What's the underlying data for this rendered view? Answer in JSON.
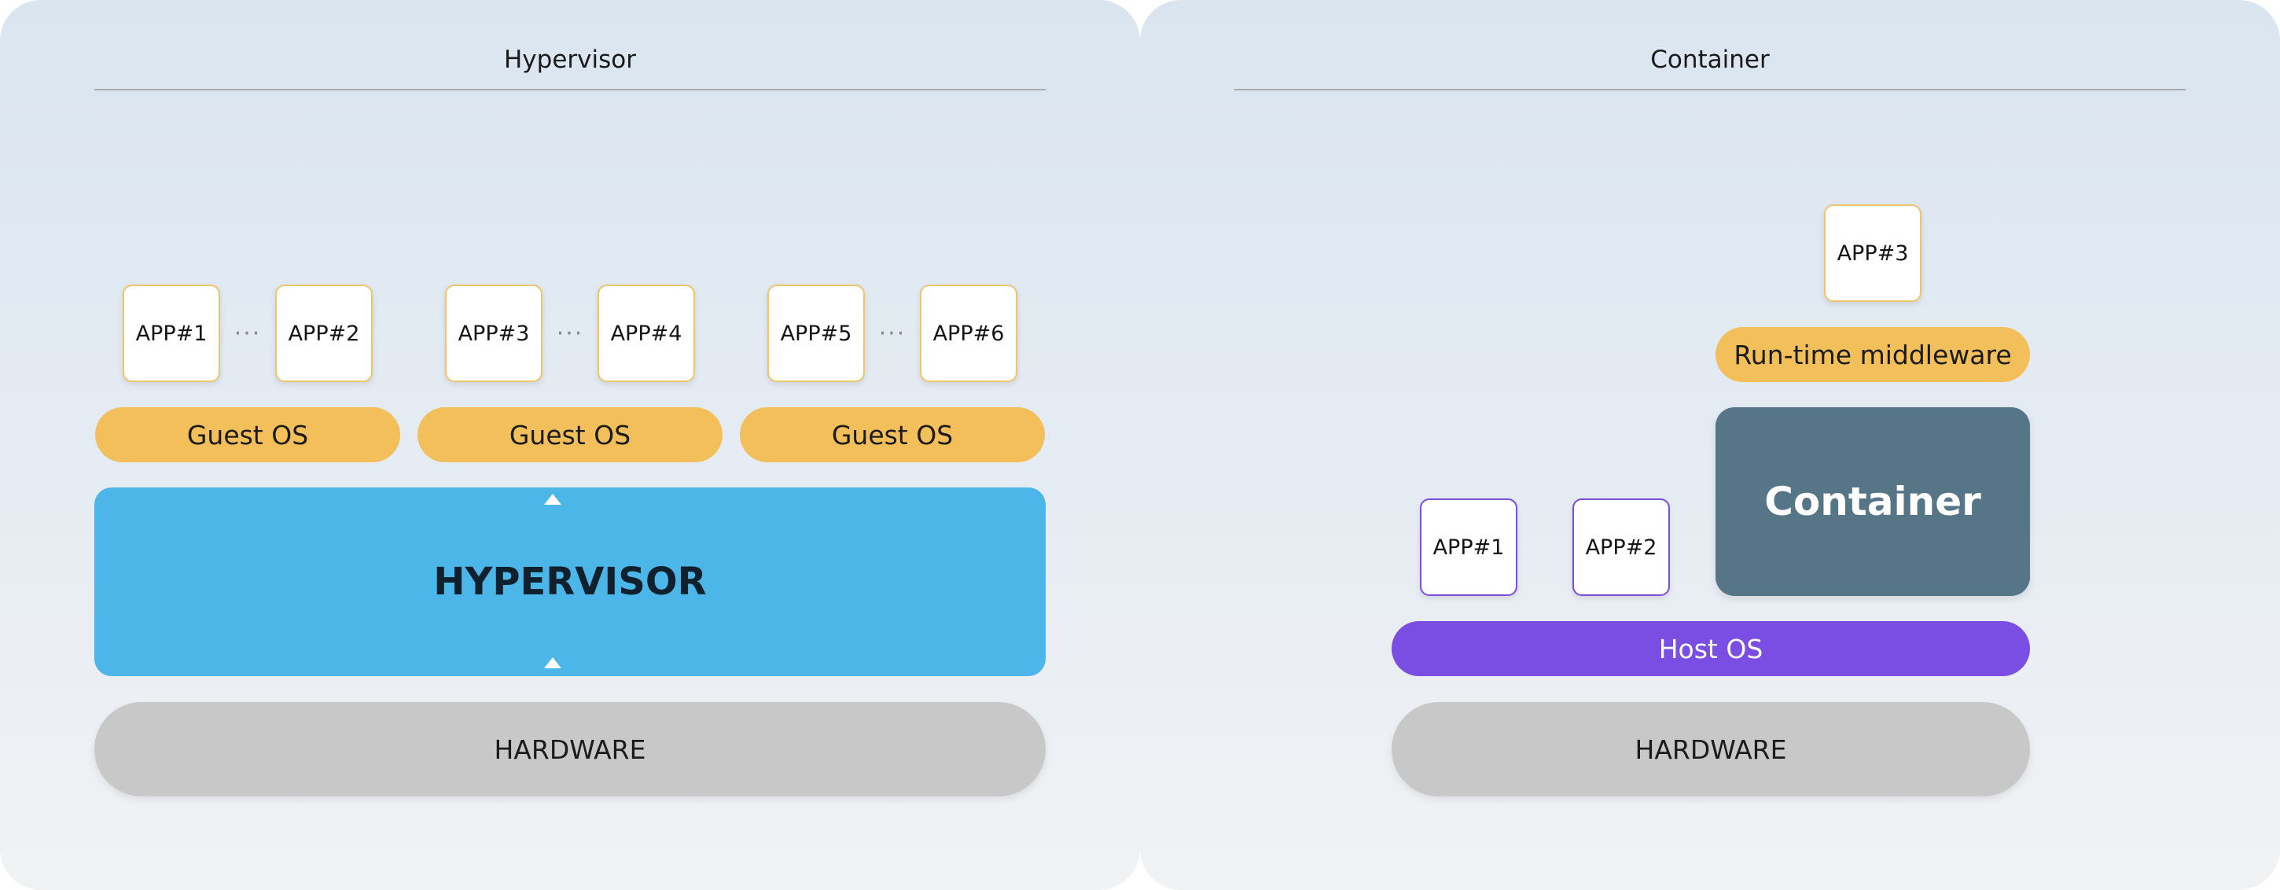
{
  "left": {
    "title": "Hypervisor",
    "apps": [
      "APP#1",
      "APP#2",
      "APP#3",
      "APP#4",
      "APP#5",
      "APP#6"
    ],
    "dots": "···",
    "guest_os": [
      "Guest OS",
      "Guest OS",
      "Guest OS"
    ],
    "hypervisor": "HYPERVISOR",
    "hardware": "HARDWARE"
  },
  "right": {
    "title": "Container",
    "apps": [
      "APP#1",
      "APP#2",
      "APP#3"
    ],
    "middleware": "Run-time middleware",
    "container": "Container",
    "host_os": "Host OS",
    "hardware": "HARDWARE"
  },
  "colors": {
    "guest_os": "#f2bf5a",
    "hypervisor": "#4cb6e8",
    "hardware": "#c8c8c8",
    "host_os": "#7a4de3",
    "container": "#567688",
    "app_border_yellow": "#efc56a",
    "app_border_purple": "#7b4ce0"
  }
}
